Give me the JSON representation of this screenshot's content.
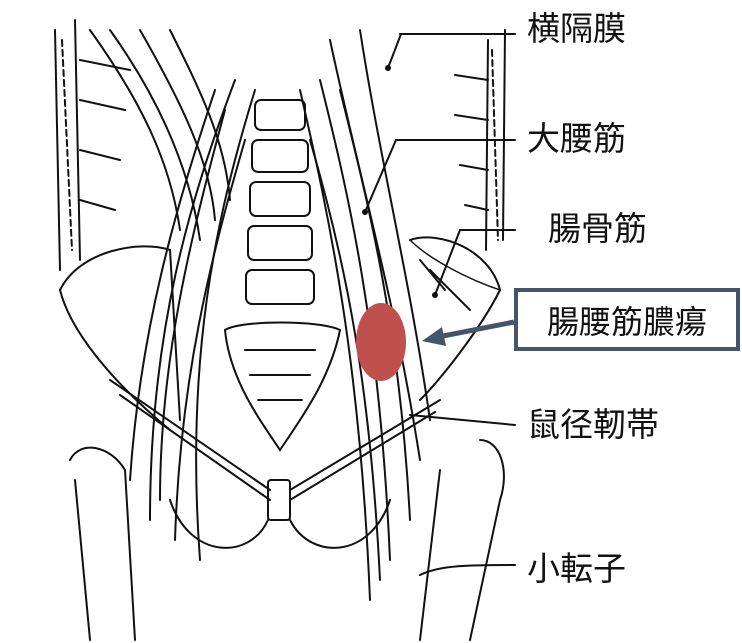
{
  "labels": {
    "diaphragm": "横隔膜",
    "psoas_major": "大腰筋",
    "iliacus": "腸骨筋",
    "iliopsoas_abscess": "腸腰筋膿瘍",
    "inguinal_ligament": "鼠径靭帯",
    "lesser_trochanter": "小転子"
  },
  "colors": {
    "abscess": "#c0504d",
    "callout_border": "#44546a",
    "line": "#111111"
  }
}
